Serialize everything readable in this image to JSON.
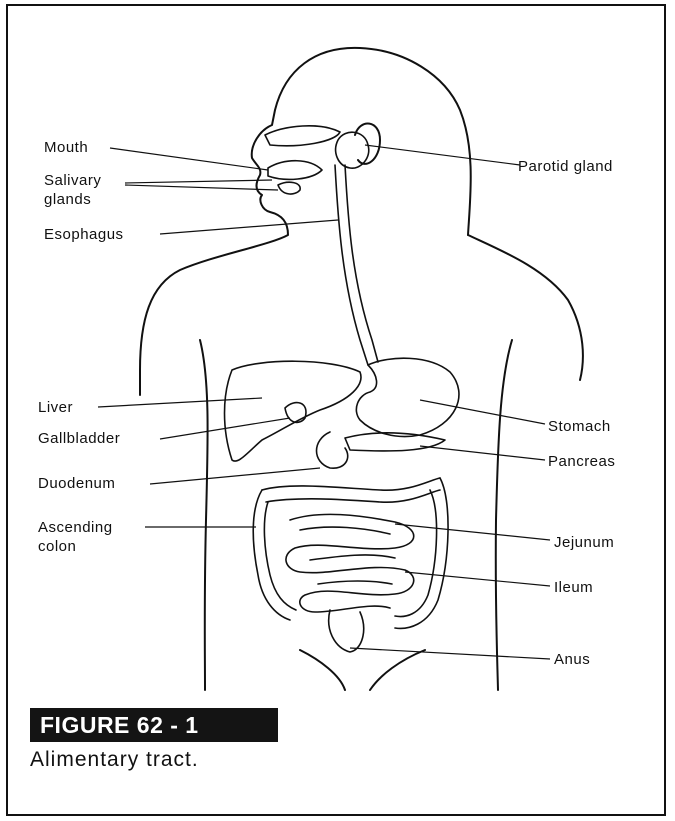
{
  "labels": {
    "mouth": "Mouth",
    "salivary_glands": "Salivary\nglands",
    "esophagus": "Esophagus",
    "parotid_gland": "Parotid gland",
    "liver": "Liver",
    "gallbladder": "Gallbladder",
    "duodenum": "Duodenum",
    "ascending_colon": "Ascending\ncolon",
    "stomach": "Stomach",
    "pancreas": "Pancreas",
    "jejunum": "Jejunum",
    "ileum": "Ileum",
    "anus": "Anus"
  },
  "figure": {
    "badge": "FIGURE 62 - 1",
    "caption": "Alimentary tract."
  }
}
